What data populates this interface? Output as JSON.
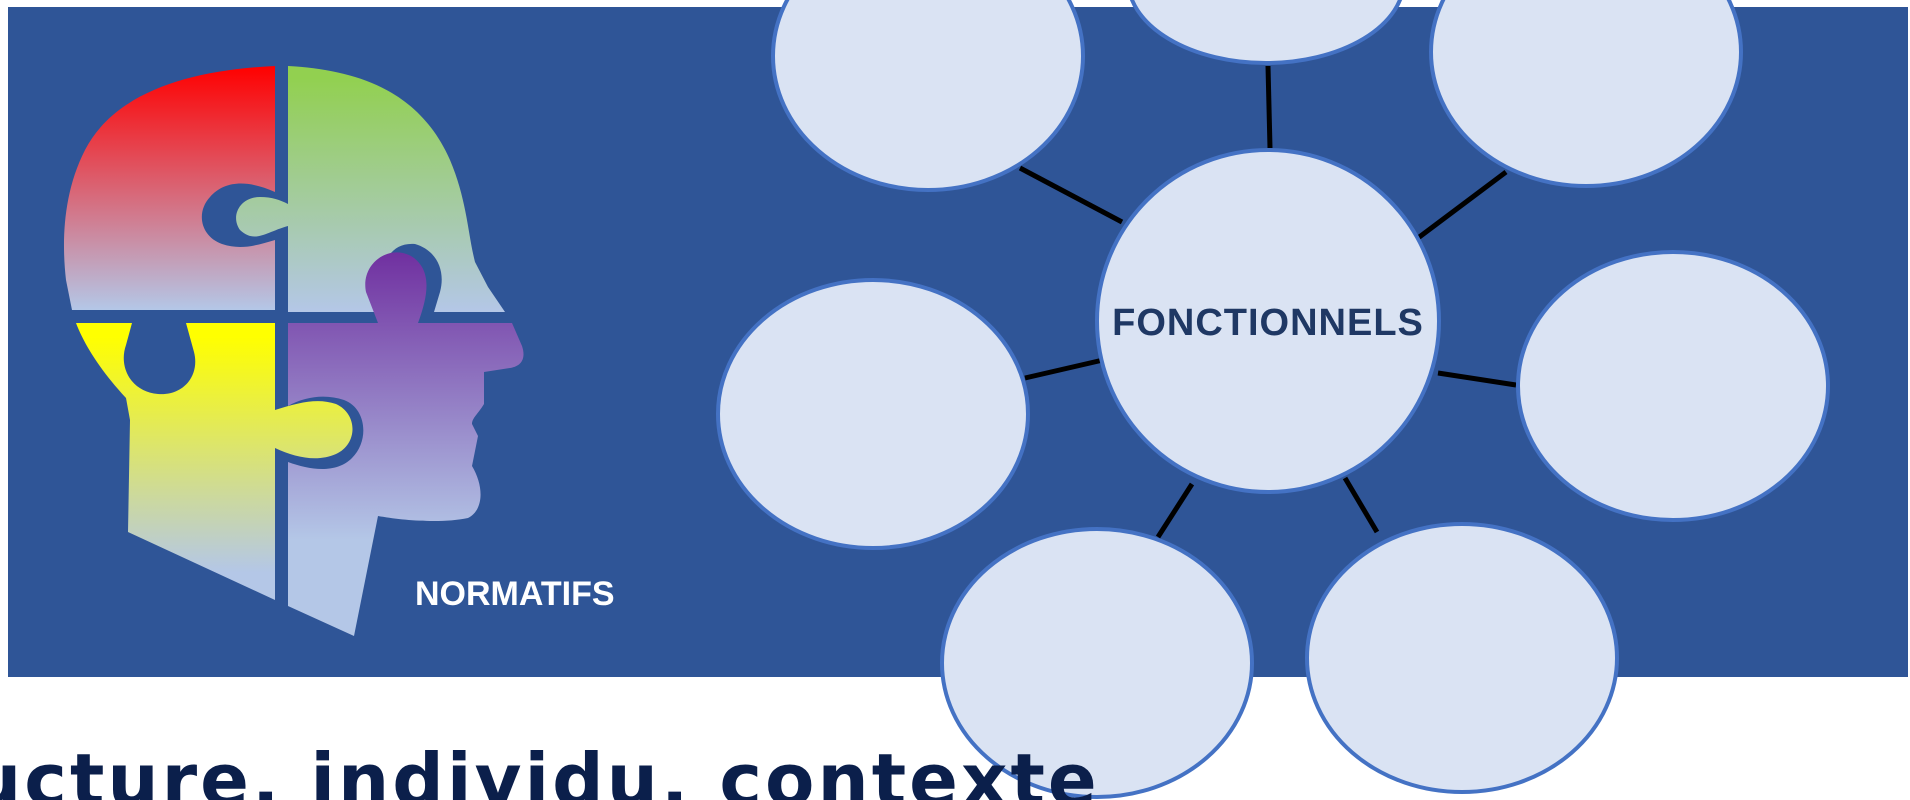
{
  "diagram": {
    "center_label": "FONCTIONNELS",
    "head_label": "NORMATIFS",
    "satellite_labels": [
      "",
      "",
      "",
      "",
      "",
      "",
      ""
    ]
  },
  "bottom_title": "ucture, individu, contexte",
  "colors": {
    "banner": "#2f5597",
    "bubble_fill": "#dae3f3",
    "bubble_stroke": "#4472c4",
    "title": "#0b1f4b",
    "puzzle_red": "#ff0000",
    "puzzle_green": "#92d050",
    "puzzle_yellow": "#ffff00",
    "puzzle_purple": "#7030a0"
  }
}
